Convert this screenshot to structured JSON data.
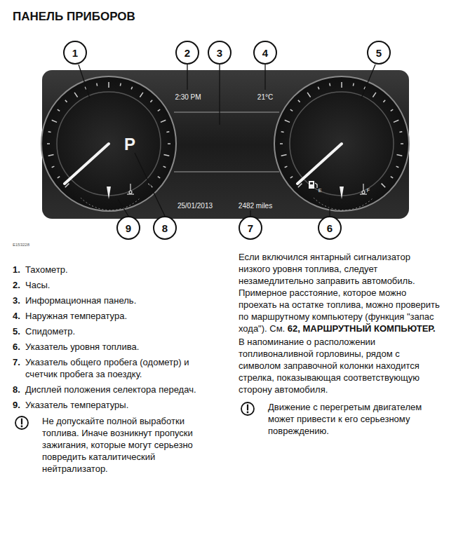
{
  "diagram": {
    "title": "ПАНЕЛЬ ПРИБОРОВ",
    "nodes": [
      {
        "text": [
          "1"
        ]
      },
      {
        "text": [
          "2"
        ]
      },
      {
        "text": [
          "3"
        ]
      },
      {
        "text": [
          "4"
        ]
      },
      {
        "text": [
          "5"
        ]
      },
      {
        "text": [
          "6"
        ]
      },
      {
        "text": [
          "7"
        ]
      },
      {
        "text": [
          "8"
        ]
      },
      {
        "text": [
          "9"
        ]
      }
    ],
    "labels": [
      "2:30 PM",
      "21°C",
      "P",
      "25/01/2013",
      "2482 miles",
      "E",
      "F",
      "E153228",
      "1.",
      "Тахометр.",
      "2.",
      "Часы.",
      "3.",
      "Информационная панель.",
      "4.",
      "Наружная температура.",
      "5.",
      "Спидометр.",
      "6.",
      "Указатель уровня топлива.",
      "7.",
      "Указатель общего пробега (одометр) и счетчик пробега за поездку.",
      "8.",
      "Дисплей положения селектора передач.",
      "9.",
      "Указатель температуры.",
      "Не допускайте полной выработки топлива. Иначе возникнут пропуски зажигания, которые могут серьезно повредить каталитический нейтрализатор.",
      "Если включился янтарный сигнализатор низкого уровня топлива, следует незамедлительно заправить автомобиль. Примерное расстояние, которое можно проехать на остатке топлива, можно проверить по маршрутному компьютеру (функция \"запас хода\"). См.",
      "62, МАРШРУТНЫЙ КОМПЬЮТЕР",
      ".",
      "В напоминание о расположении топливоналивной горловины, рядом с символом заправочной колонки находится стрелка, показывающая соответствующую сторону автомобиля.",
      "Движение с перегретым двигателем может привести к его серьезному повреждению."
    ]
  }
}
